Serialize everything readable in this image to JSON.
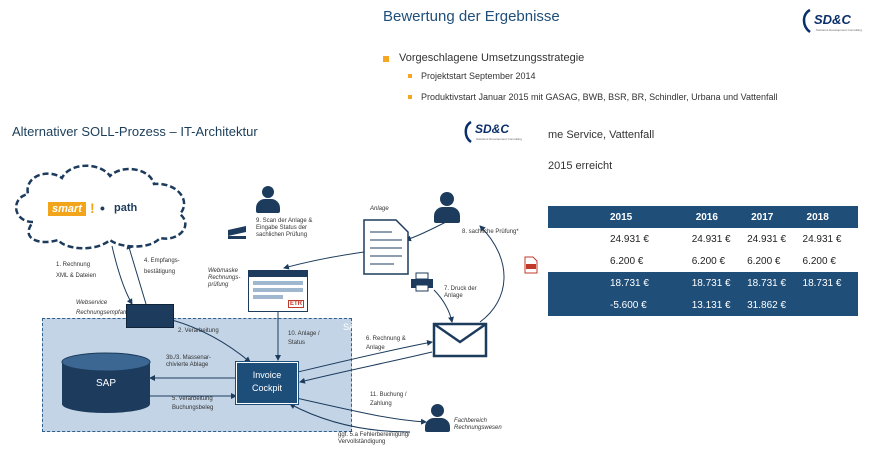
{
  "header": {
    "title": "Bewertung der Ergebnisse",
    "logo_text": "SD&C",
    "logo_tagline": "Solutions Development Consulting"
  },
  "bullets": {
    "main": "Vorgeschlagene Umsetzungsstrategie",
    "sub1": "Projektstart September 2014",
    "sub2": "Produktivstart Januar 2015 mit GASAG, BWB, BSR, BR, Schindler, Urbana und Vattenfall",
    "partial1": "me Service, Vattenfall",
    "partial2": "2015 erreicht"
  },
  "table": {
    "headers": [
      "2015",
      "2016",
      "2017",
      "2018"
    ],
    "rows": [
      [
        "24.931 €",
        "24.931 €",
        "24.931 €",
        "24.931 €"
      ],
      [
        "6.200 €",
        "6.200 €",
        "6.200 €",
        "6.200 €"
      ],
      [
        "18.731 €",
        "18.731 €",
        "18.731 €",
        "18.731 €"
      ],
      [
        "-5.600 €",
        "13.131 €",
        "31.862 €",
        ""
      ]
    ]
  },
  "diagram": {
    "title": "Alternativer SOLL-Prozess – IT-Architektur",
    "logo_text": "SD&C",
    "cloud_smart": "smart",
    "cloud_path": "path",
    "sap_db": "SAP",
    "sap_zone_label": "SAP",
    "cockpit": [
      "Invoice",
      "Cockpit"
    ],
    "eta_badge": "ETR",
    "webservice": [
      "Webservice",
      "Rechnungsempfang"
    ],
    "workplace": [
      "Webmaske",
      "Rechnungs-",
      "prüfung"
    ],
    "attachment": "Anlage",
    "department": [
      "Fachbereich",
      "Rechnungswesen"
    ],
    "steps": {
      "s1": [
        "1. Rechnung",
        "XML & Dateien"
      ],
      "s4": [
        "4. Empfangs-",
        "bestätigung"
      ],
      "s2": "2. Verarbeitung",
      "s9": [
        "9. Scan der Anlage &",
        "Eingabe Status der",
        "sachlichen Prüfung"
      ],
      "s8": "8. sachliche Prüfung*",
      "s7": [
        "7. Druck der",
        "Anlage"
      ],
      "s10": [
        "10. Anlage /",
        "Status"
      ],
      "s6": [
        "6. Rechnung &",
        "Anlage"
      ],
      "s3": [
        "3b./3. Massenar-",
        "chivierte Ablage"
      ],
      "s5": [
        "5. Verarbeitung",
        "Buchungsbeleg"
      ],
      "s11": [
        "11. Buchung /",
        "Zahlung"
      ],
      "s5a": [
        "ggf. 5.a Fehlerbereinigung/",
        "Vervollständigung"
      ]
    }
  }
}
